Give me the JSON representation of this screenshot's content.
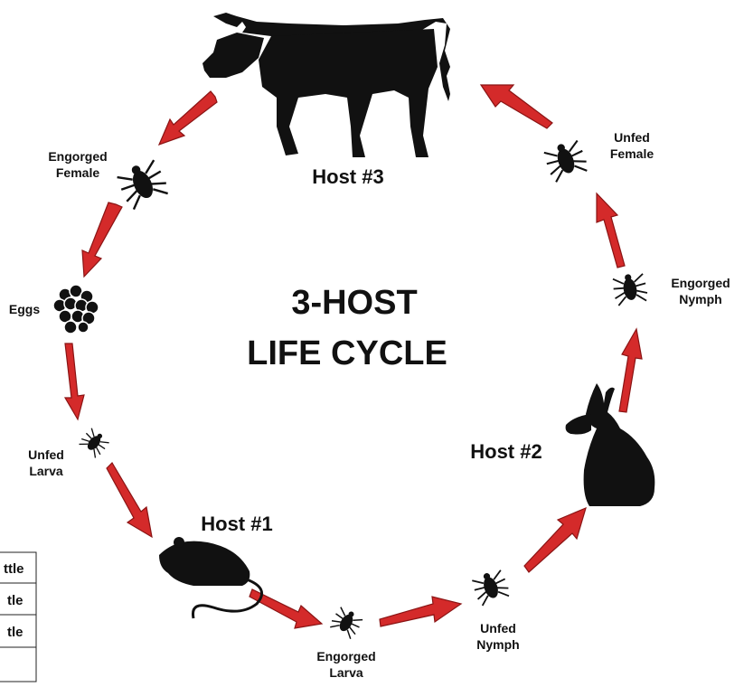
{
  "center_title": {
    "line1": "3-HOST",
    "line2": "LIFE CYCLE"
  },
  "hosts": {
    "host1": "Host #1",
    "host2": "Host #2",
    "host3": "Host #3"
  },
  "stages": {
    "engorged_female": {
      "line1": "Engorged",
      "line2": "Female"
    },
    "eggs": {
      "line1": "Eggs"
    },
    "unfed_larva": {
      "line1": "Unfed",
      "line2": "Larva"
    },
    "engorged_larva": {
      "line1": "Engorged",
      "line2": "Larva"
    },
    "unfed_nymph": {
      "line1": "Unfed",
      "line2": "Nymph"
    },
    "engorged_nymph": {
      "line1": "Engorged",
      "line2": "Nymph"
    },
    "unfed_female": {
      "line1": "Unfed",
      "line2": "Female"
    }
  },
  "partial_table": {
    "rows": [
      "ttle",
      "tle",
      "tle",
      ""
    ]
  },
  "colors": {
    "arrow": "#d42a2a",
    "arrow_outline": "#8a1414",
    "silhouette": "#111111",
    "background": "#ffffff"
  },
  "icons": [
    "cow-icon",
    "rabbit-icon",
    "mouse-icon",
    "tick-icon",
    "eggs-icon",
    "arrow-icon"
  ]
}
